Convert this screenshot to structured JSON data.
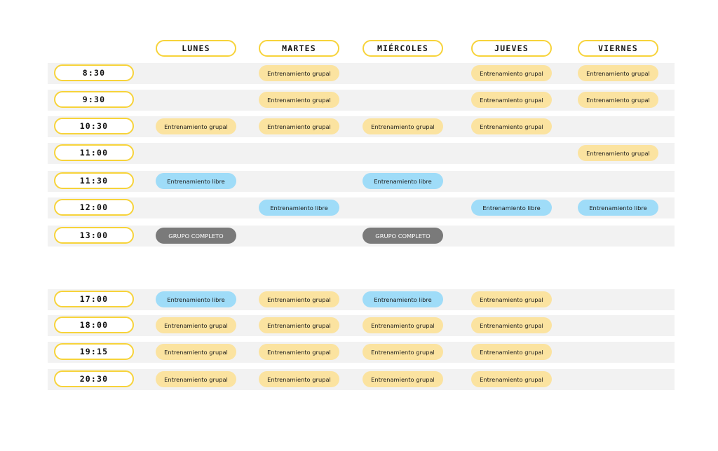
{
  "days": [
    "LUNES",
    "MARTES",
    "MIÉRCOLES",
    "JUEVES",
    "VIERNES"
  ],
  "colors": {
    "accent_yellow": "#f7d33a",
    "grupal": "#fbe3a0",
    "libre": "#9fdcf8",
    "completo": "#7a7a7a",
    "row_band": "#f2f2f2"
  },
  "rows": [
    {
      "time": "8:30",
      "cells": [
        "",
        "Entrenamiento grupal",
        "",
        "Entrenamiento grupal",
        "Entrenamiento grupal"
      ]
    },
    {
      "time": "9:30",
      "cells": [
        "",
        "Entrenamiento grupal",
        "",
        "Entrenamiento grupal",
        "Entrenamiento grupal"
      ]
    },
    {
      "time": "10:30",
      "cells": [
        "Entrenamiento grupal",
        "Entrenamiento grupal",
        "Entrenamiento grupal",
        "Entrenamiento grupal",
        ""
      ]
    },
    {
      "time": "11:00",
      "cells": [
        "",
        "",
        "",
        "",
        "Entrenamiento grupal"
      ]
    },
    {
      "time": "11:30",
      "cells": [
        "Entrenamiento libre",
        "",
        "Entrenamiento libre",
        "",
        ""
      ]
    },
    {
      "time": "12:00",
      "cells": [
        "",
        "Entrenamiento libre",
        "",
        "Entrenamiento libre",
        "Entrenamiento libre"
      ]
    },
    {
      "time": "13:00",
      "cells": [
        "GRUPO COMPLETO",
        "",
        "GRUPO COMPLETO",
        "",
        ""
      ]
    },
    {
      "time": "17:00",
      "cells": [
        "Entrenamiento libre",
        "Entrenamiento grupal",
        "Entrenamiento libre",
        "Entrenamiento grupal",
        ""
      ]
    },
    {
      "time": "18:00",
      "cells": [
        "Entrenamiento grupal",
        "Entrenamiento grupal",
        "Entrenamiento grupal",
        "Entrenamiento grupal",
        ""
      ]
    },
    {
      "time": "19:15",
      "cells": [
        "Entrenamiento grupal",
        "Entrenamiento grupal",
        "Entrenamiento grupal",
        "Entrenamiento grupal",
        ""
      ]
    },
    {
      "time": "20:30",
      "cells": [
        "Entrenamiento grupal",
        "Entrenamiento grupal",
        "Entrenamiento grupal",
        "Entrenamiento grupal",
        ""
      ]
    }
  ]
}
